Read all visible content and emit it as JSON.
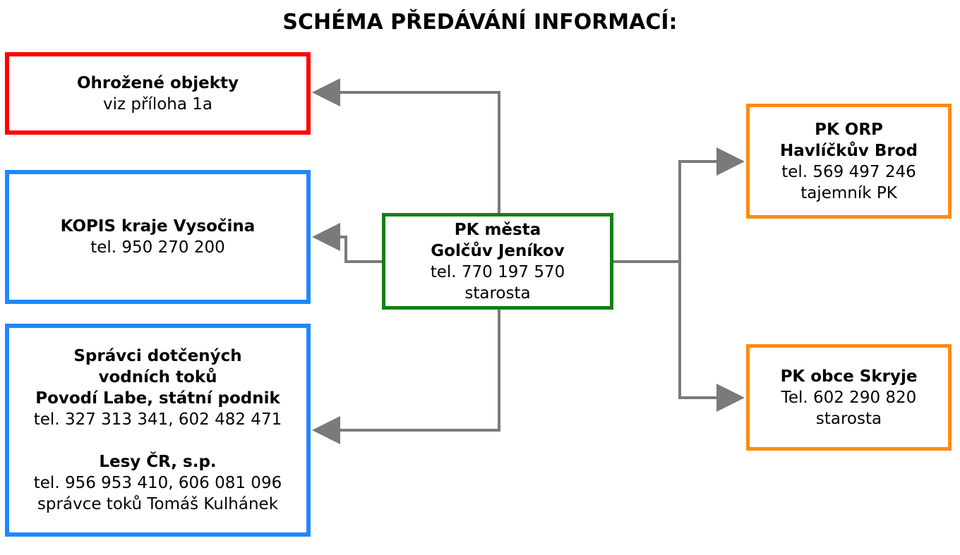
{
  "title": "SCHÉMA PŘEDÁVÁNÍ INFORMACÍ:",
  "colors": {
    "red_border": "#ff0000",
    "blue_border": "#1e88ff",
    "green_border": "#138013",
    "orange_border": "#ff8a12",
    "connector": "#7a7a7a"
  },
  "nodes": {
    "threatened": {
      "title": "Ohrožené objekty",
      "line1": "viz příloha 1a"
    },
    "kopis": {
      "title": "KOPIS kraje Vysočina",
      "line1": "tel. 950 270 200"
    },
    "center": {
      "title1": "PK města",
      "title2": "Golčův Jeníkov",
      "line1": "tel. 770 197 570",
      "line2": "starosta"
    },
    "water": {
      "title1": "Správci dotčených",
      "title2": "vodních toků",
      "title3": "Povodí Labe, státní podnik",
      "line1": "tel. 327 313 341, 602 482 471",
      "title4": "Lesy ČR, s.p.",
      "line2": "tel. 956 953 410, 606 081 096",
      "line3": "správce toků Tomáš Kulhánek"
    },
    "orp": {
      "title1": "PK ORP",
      "title2": "Havlíčkův Brod",
      "line1": "tel. 569 497 246",
      "line2": "tajemník PK"
    },
    "skryje": {
      "title": "PK obce Skryje",
      "line1": "Tel. 602 290 820",
      "line2": "starosta"
    }
  }
}
